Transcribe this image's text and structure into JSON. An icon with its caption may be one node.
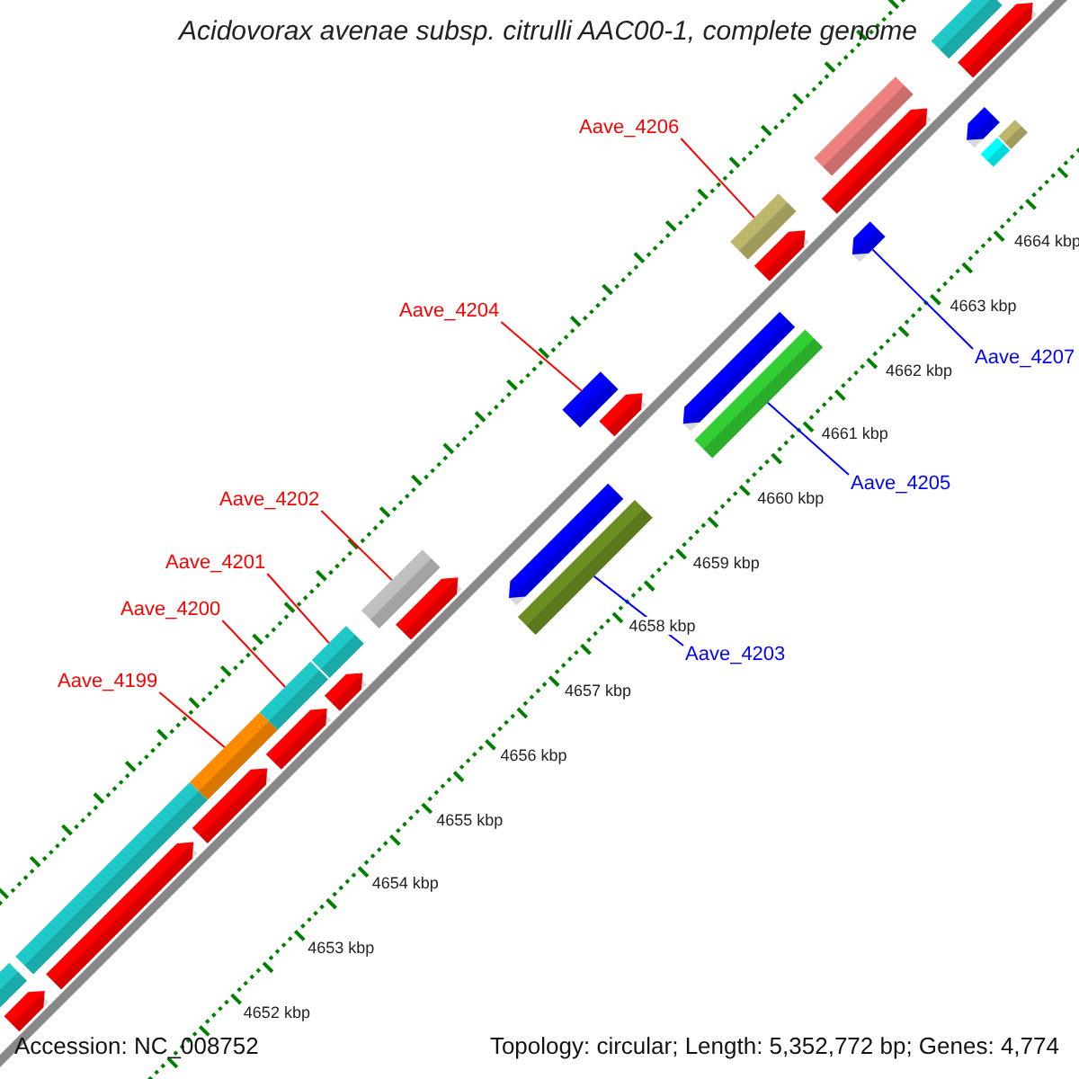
{
  "diagram": {
    "title": "Acidovorax avenae subsp. citrulli AAC00-1, complete genome",
    "nodes": [
      {
        "text": [
          "Aave_4206"
        ]
      },
      {
        "text": [],
        "shape": "bar"
      },
      {
        "text": [
          "Aave_4204"
        ]
      },
      {
        "text": [],
        "shape": "bar"
      },
      {
        "text": [
          "Aave_4202"
        ]
      },
      {
        "text": [],
        "shape": "bar"
      },
      {
        "text": [
          "Aave_4201"
        ]
      },
      {
        "text": [],
        "shape": "bar"
      },
      {
        "text": [
          "Aave_4200"
        ]
      },
      {
        "text": [],
        "shape": "bar"
      },
      {
        "text": [
          "Aave_4199"
        ]
      },
      {
        "text": [],
        "shape": "bar"
      },
      {
        "text": [
          "Aave_4207"
        ]
      },
      {
        "text": [],
        "shape": "arrow"
      },
      {
        "text": [
          "Aave_4205"
        ]
      },
      {
        "text": [],
        "shape": "bar"
      },
      {
        "text": [
          "Aave_4203"
        ]
      },
      {
        "text": [],
        "shape": "bar"
      },
      {
        "text": [],
        "shape": "bar"
      },
      {
        "text": [],
        "shape": "arrow"
      },
      {
        "text": [],
        "shape": "arrow"
      },
      {
        "text": [],
        "shape": "bar"
      },
      {
        "text": [],
        "shape": "bar"
      },
      {
        "text": [],
        "shape": "bar"
      },
      {
        "text": [],
        "shape": "arrow"
      },
      {
        "text": [],
        "shape": "arrow"
      },
      {
        "text": [],
        "shape": "arrow"
      },
      {
        "text": [],
        "shape": "arrow"
      },
      {
        "text": [],
        "shape": "arrow"
      },
      {
        "text": [],
        "shape": "arrow"
      },
      {
        "text": [],
        "shape": "arrow"
      },
      {
        "text": [],
        "shape": "arrow"
      },
      {
        "text": [],
        "shape": "arrow"
      },
      {
        "text": [],
        "shape": "bar"
      },
      {
        "text": [],
        "shape": "arrow"
      },
      {
        "text": [],
        "shape": "bar"
      },
      {
        "text": [],
        "shape": "arrow"
      }
    ],
    "edges": [
      {
        "from": 0,
        "to": 1,
        "arrow": "none"
      },
      {
        "from": 2,
        "to": 3,
        "arrow": "none"
      },
      {
        "from": 4,
        "to": 5,
        "arrow": "none"
      },
      {
        "from": 6,
        "to": 7,
        "arrow": "none"
      },
      {
        "from": 8,
        "to": 9,
        "arrow": "none"
      },
      {
        "from": 10,
        "to": 11,
        "arrow": "none"
      },
      {
        "from": 12,
        "to": 13,
        "arrow": "none",
        "color": "#0000ff"
      },
      {
        "from": 14,
        "to": 15,
        "arrow": "none",
        "color": "#0000ff"
      },
      {
        "from": 16,
        "to": 17,
        "arrow": "none",
        "color": "#0000ff"
      }
    ],
    "labels": [
      "4664 kbp",
      "4663 kbp",
      "4662 kbp",
      "4661 kbp",
      "4660 kbp",
      "4659 kbp",
      "4658 kbp",
      "4657 kbp",
      "4656 kbp",
      "4655 kbp",
      "4654 kbp",
      "4653 kbp",
      "4652 kbp",
      "Accession: NC_008752",
      "Topology: circular; Length: 5,352,772 bp; Genes: 4,774"
    ]
  }
}
